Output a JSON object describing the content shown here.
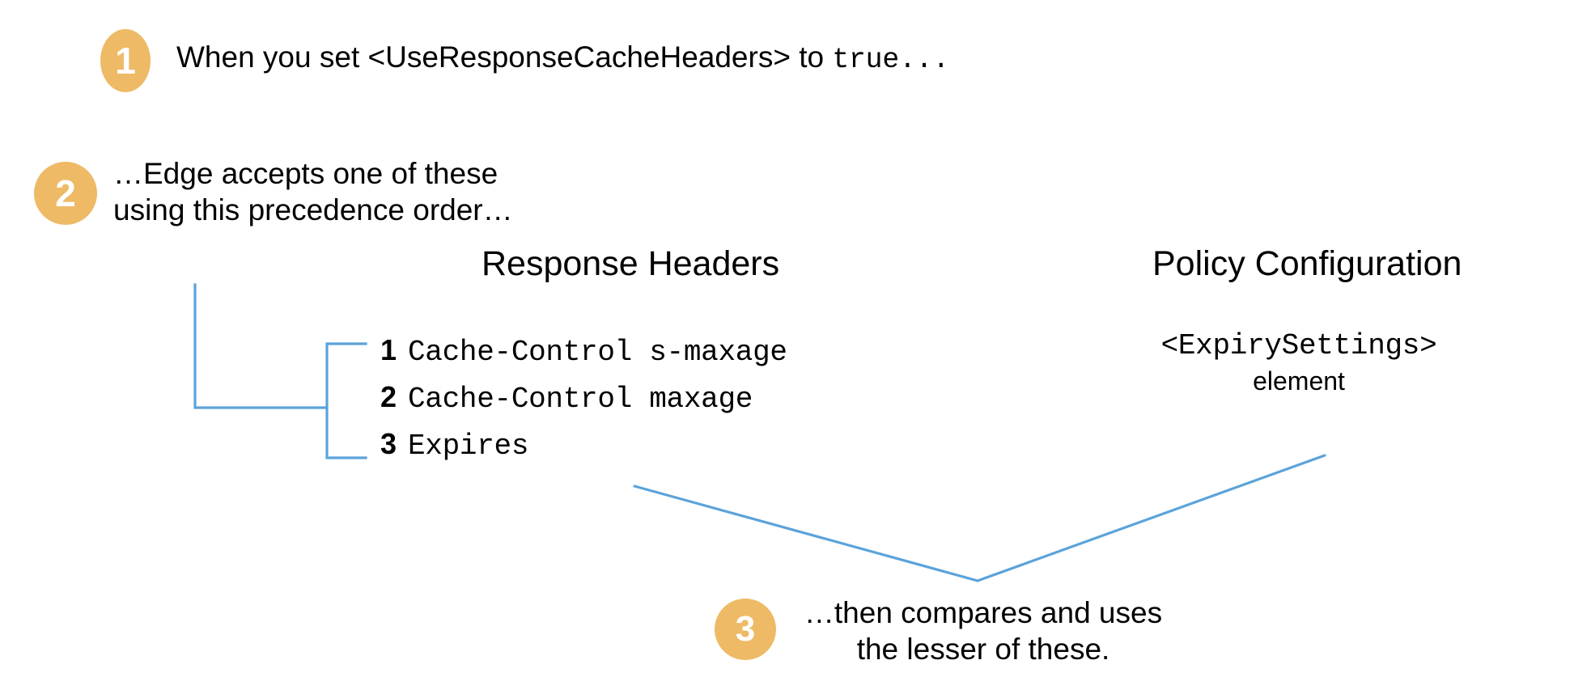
{
  "theme": {
    "background": "#ffffff",
    "badge_fill": "#eeba66",
    "badge_text": "#ffffff",
    "connector_line": "#5ba3da",
    "text": "#000000"
  },
  "steps": [
    {
      "number": "1",
      "text_before": "When you set <UseResponseCacheHeaders> to ",
      "text_mono": "true...",
      "text_after": ""
    },
    {
      "number": "2",
      "text": "…Edge accepts one of these using this precedence order…"
    },
    {
      "number": "3",
      "line1": "…then compares and uses",
      "line2": "the lesser of these."
    }
  ],
  "columns": {
    "response_headers": {
      "heading": "Response Headers",
      "items": [
        {
          "rank": "1",
          "value": "Cache-Control s-maxage"
        },
        {
          "rank": "2",
          "value": "Cache-Control maxage"
        },
        {
          "rank": "3",
          "value": "Expires"
        }
      ]
    },
    "policy_configuration": {
      "heading": "Policy Configuration",
      "element_name": "<ExpirySettings>",
      "element_word": "element"
    }
  },
  "connectors": {
    "step2_stem": "vertical-then-horizontal-elbow",
    "precedence_bracket": "left-bracket-grouping-three-items",
    "comparison_vee": "two-lines-converging-to-step-3"
  }
}
